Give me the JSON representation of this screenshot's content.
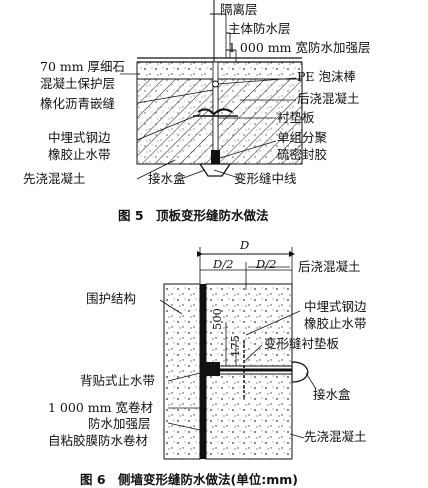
{
  "figure5": {
    "caption": "图 5　顶板变形缝防水做法",
    "labels": {
      "isolation_layer": "隔离层",
      "main_waterproof": "主体防水层",
      "reinforcement_1000": "1 000 mm 宽防水加强层",
      "fine_stone_70mm": "70 mm 厚细石",
      "concrete_protective": "混凝土保护层",
      "pe_foam_rod": "PE 泡沫棒",
      "rubber_asphalt": "橡化沥青嵌缝",
      "post_pour_concrete": "后浇混凝土",
      "backing_plate": "衬垫板",
      "embedded_steel_1": "中埋式钢边",
      "embedded_steel_2": "橡胶止水带",
      "polysulfide": "单组分聚",
      "sulfide_sealant": "硫密封胶",
      "pre_pour_concrete": "先浇混凝土",
      "water_box": "接水盒",
      "joint_centerline": "变形缝中线"
    }
  },
  "figure6": {
    "caption": "图 6　侧墙变形缝防水做法(单位:mm)",
    "dims": {
      "D": "D",
      "half_left": "D/2",
      "half_right": "D/2",
      "v500": "500",
      "v175": "175"
    },
    "labels": {
      "post_pour_concrete": "后浇混凝土",
      "enclosure": "围护结构",
      "embedded_steel_1": "中埋式钢边",
      "embedded_steel_2": "橡胶止水带",
      "joint_backing": "变形缝衬垫板",
      "back_stop": "背贴式止水带",
      "membrane_1000": "1 000 mm 宽卷材",
      "reinforce_1": "防水加强层",
      "water_box": "接水盒",
      "self_adhesive": "自粘胶膜防水卷材",
      "pre_pour_concrete": "先浇混凝土"
    }
  }
}
